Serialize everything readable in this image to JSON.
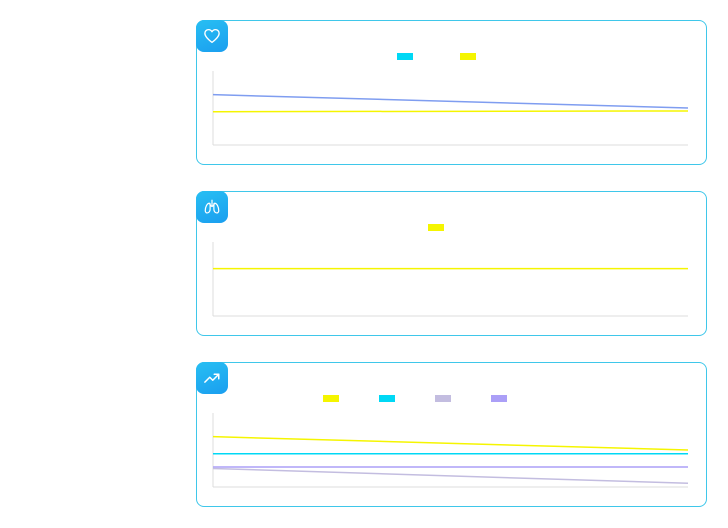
{
  "panels": [
    {
      "icon": "heart-icon",
      "legend": [
        {
          "color": "#00d8f5"
        },
        {
          "color": "#f5f500"
        }
      ]
    },
    {
      "icon": "lungs-icon",
      "legend": [
        {
          "color": "#f5f500"
        }
      ]
    },
    {
      "icon": "trending-up-icon",
      "legend": [
        {
          "color": "#f5f500"
        },
        {
          "color": "#00d8f5"
        },
        {
          "color": "#c3bde0"
        },
        {
          "color": "#ab9ff7"
        }
      ]
    }
  ],
  "chart_data": [
    {
      "type": "line",
      "x": [
        0,
        1
      ],
      "ylim": [
        0,
        1
      ],
      "grid": false,
      "legend": "top-center",
      "series": [
        {
          "color": "#7f9df0",
          "values": [
            0.68,
            0.5
          ]
        },
        {
          "color": "#f5f500",
          "values": [
            0.45,
            0.46
          ]
        }
      ]
    },
    {
      "type": "line",
      "x": [
        0,
        1
      ],
      "ylim": [
        0,
        1
      ],
      "grid": false,
      "legend": "top-center",
      "series": [
        {
          "color": "#f5f500",
          "values": [
            0.64,
            0.64
          ]
        }
      ]
    },
    {
      "type": "line",
      "x": [
        0,
        1
      ],
      "ylim": [
        0,
        1
      ],
      "grid": false,
      "legend": "top-center",
      "series": [
        {
          "color": "#f5f500",
          "values": [
            0.68,
            0.5
          ]
        },
        {
          "color": "#00d8f5",
          "values": [
            0.45,
            0.45
          ]
        },
        {
          "color": "#ab9ff7",
          "values": [
            0.27,
            0.27
          ]
        },
        {
          "color": "#c3bde0",
          "values": [
            0.25,
            0.05
          ]
        }
      ]
    }
  ]
}
